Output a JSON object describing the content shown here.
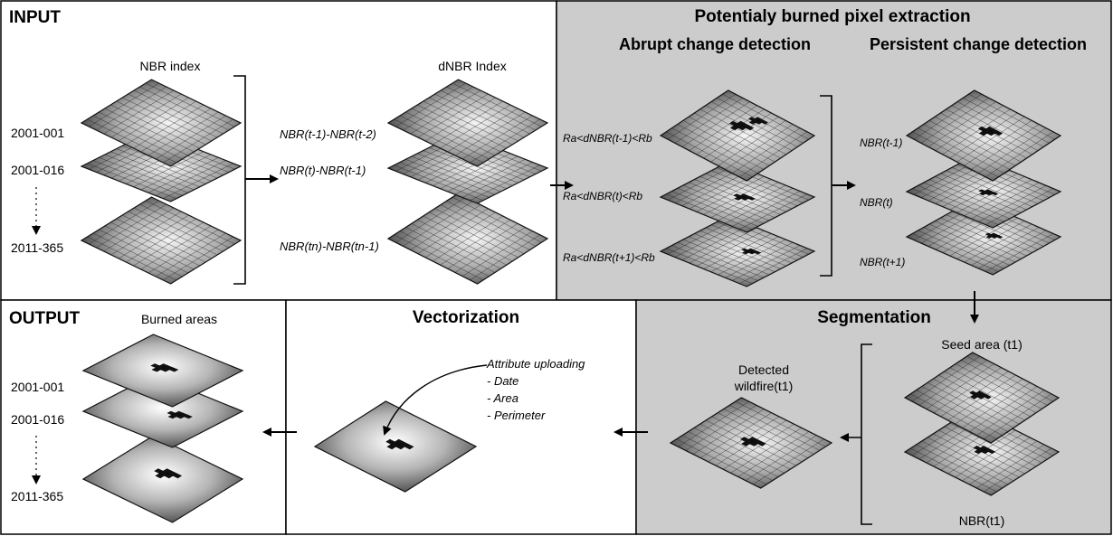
{
  "panels": {
    "input": {
      "title": "INPUT"
    },
    "extraction": {
      "title": "Potentialy burned pixel extraction",
      "abrupt": "Abrupt change detection",
      "persistent": "Persistent change detection"
    },
    "output": {
      "title": "OUTPUT"
    },
    "vectorization": {
      "title": "Vectorization"
    },
    "segmentation": {
      "title": "Segmentation"
    }
  },
  "input": {
    "nbr_label": "NBR index",
    "dnbr_label": "dNBR Index",
    "dates": [
      "2001-001",
      "2001-016",
      "2011-365"
    ],
    "formulas": [
      "NBR(t-1)-NBR(t-2)",
      "NBR(t)-NBR(t-1)",
      "NBR(tn)-NBR(tn-1)"
    ]
  },
  "extraction": {
    "abrupt_rules": [
      "Ra<dNBR(t-1)<Rb",
      "Ra<dNBR(t)<Rb",
      "Ra<dNBR(t+1)<Rb"
    ],
    "persistent_labels": [
      "NBR(t-1)",
      "NBR(t)",
      "NBR(t+1)"
    ]
  },
  "segmentation": {
    "seed_label": "Seed area (t1)",
    "detected_label_1": "Detected",
    "detected_label_2": "wildfire(t1)",
    "nbr_label": "NBR(t1)"
  },
  "vectorization": {
    "attr_title": "Attribute uploading",
    "attrs": [
      "- Date",
      "- Area",
      "- Perimeter"
    ]
  },
  "output": {
    "burned_label": "Burned areas",
    "dates": [
      "2001-001",
      "2001-016",
      "2011-365"
    ]
  },
  "colors": {
    "panel_gray": "#cccccc",
    "layer_dark": "#4a4a4a",
    "layer_light": "#f2f2f2",
    "burn": "#111111"
  }
}
